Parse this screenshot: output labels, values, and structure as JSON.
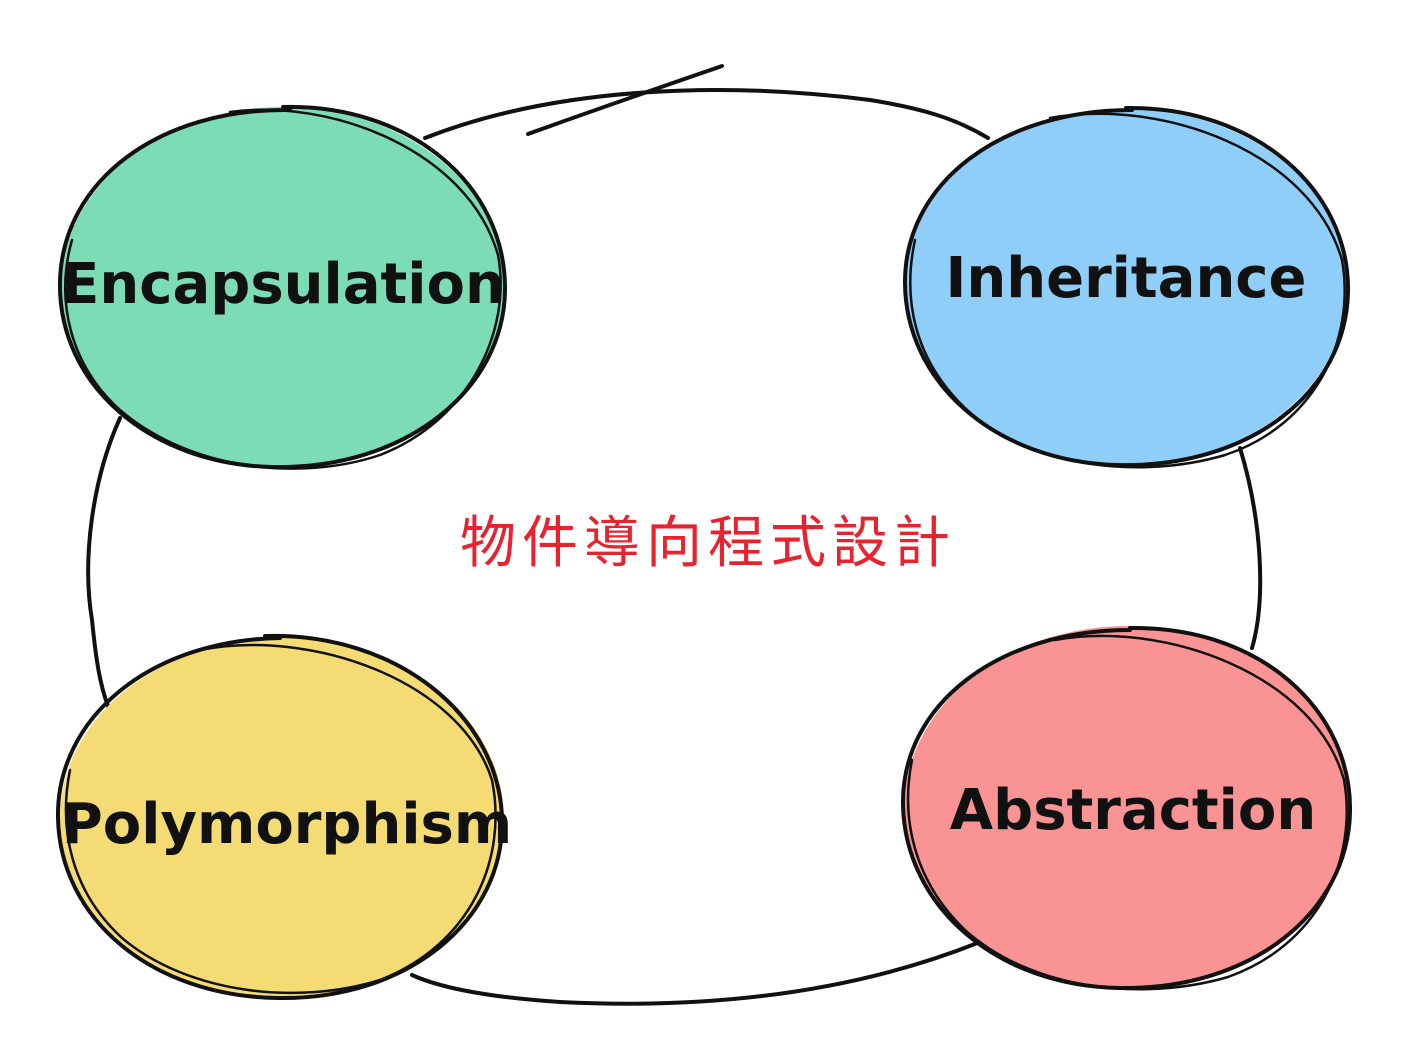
{
  "title": "物件導向程式設計",
  "colors": {
    "title": "#e8232f",
    "stroke": "#111111",
    "encapsulation": "#7cdcb6",
    "inheritance": "#90cefa",
    "polymorphism": "#f5db74",
    "abstraction": "#fa9494"
  },
  "nodes": [
    {
      "id": "encapsulation",
      "label": "Encapsulation"
    },
    {
      "id": "inheritance",
      "label": "Inheritance"
    },
    {
      "id": "polymorphism",
      "label": "Polymorphism"
    },
    {
      "id": "abstraction",
      "label": "Abstraction"
    }
  ]
}
